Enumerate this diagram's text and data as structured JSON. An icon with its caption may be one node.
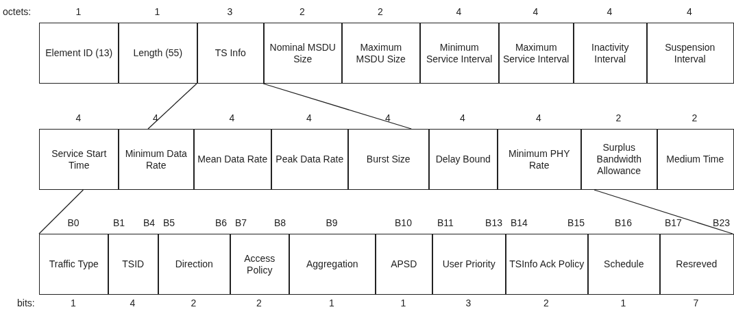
{
  "diagram": {
    "nodes": [
      {
        "text": [
          "Element ID (13)"
        ],
        "beside": [
          "1"
        ]
      },
      {
        "text": [
          "Length (55)"
        ],
        "beside": [
          "1"
        ]
      },
      {
        "text": [
          "TS Info"
        ],
        "beside": [
          "3"
        ]
      },
      {
        "text": [
          "Nominal MSDU Size"
        ],
        "beside": [
          "2"
        ]
      },
      {
        "text": [
          "Maximum MSDU Size"
        ],
        "beside": [
          "2"
        ]
      },
      {
        "text": [
          "Minimum Service Interval"
        ],
        "beside": [
          "4"
        ]
      },
      {
        "text": [
          "Maximum Service Interval"
        ],
        "beside": [
          "4"
        ]
      },
      {
        "text": [
          "Inactivity Interval"
        ],
        "beside": [
          "4"
        ]
      },
      {
        "text": [
          "Suspension Interval"
        ],
        "beside": [
          "4"
        ]
      },
      {
        "text": [
          "Service Start Time"
        ],
        "beside": [
          "4"
        ]
      },
      {
        "text": [
          "Minimum Data Rate"
        ],
        "beside": [
          "4"
        ]
      },
      {
        "text": [
          "Mean Data Rate"
        ],
        "beside": [
          "4"
        ]
      },
      {
        "text": [
          "Peak Data Rate"
        ],
        "beside": [
          "4"
        ]
      },
      {
        "text": [
          "Burst Size"
        ],
        "beside": [
          "4"
        ]
      },
      {
        "text": [
          "Delay Bound"
        ],
        "beside": [
          "4"
        ]
      },
      {
        "text": [
          "Minimum PHY Rate"
        ],
        "beside": [
          "4"
        ]
      },
      {
        "text": [
          "Surplus Bandwidth Allowance"
        ],
        "beside": [
          "2"
        ]
      },
      {
        "text": [
          "Medium Time"
        ],
        "beside": [
          "2"
        ]
      },
      {
        "text": [
          "Traffic Type"
        ],
        "beside": [
          "B0",
          "1"
        ]
      },
      {
        "text": [
          "TSID"
        ],
        "beside": [
          "B1",
          "B4",
          "4"
        ]
      },
      {
        "text": [
          "Direction"
        ],
        "beside": [
          "B5",
          "B6",
          "2"
        ]
      },
      {
        "text": [
          "Access Policy"
        ],
        "beside": [
          "B7",
          "B8",
          "2"
        ]
      },
      {
        "text": [
          "Aggregation"
        ],
        "beside": [
          "B9",
          "1"
        ]
      },
      {
        "text": [
          "APSD"
        ],
        "beside": [
          "B10",
          "1"
        ]
      },
      {
        "text": [
          "User Priority"
        ],
        "beside": [
          "B11",
          "B13",
          "3"
        ]
      },
      {
        "text": [
          "TSInfo Ack Policy"
        ],
        "beside": [
          "B14",
          "B15",
          "2"
        ]
      },
      {
        "text": [
          "Schedule"
        ],
        "beside": [
          "B16",
          "1"
        ]
      },
      {
        "text": [
          "Resreved"
        ],
        "beside": [
          "B17",
          "B23",
          "7"
        ]
      }
    ],
    "edges": [
      {
        "from": 2,
        "to": 10,
        "arrow": "none"
      },
      {
        "from": 2,
        "to": 13,
        "arrow": "none"
      },
      {
        "from": 9,
        "to": 18,
        "arrow": "none"
      },
      {
        "from": 16,
        "to": 27,
        "arrow": "none"
      }
    ],
    "labels": [
      "octets:",
      "bits:"
    ]
  }
}
